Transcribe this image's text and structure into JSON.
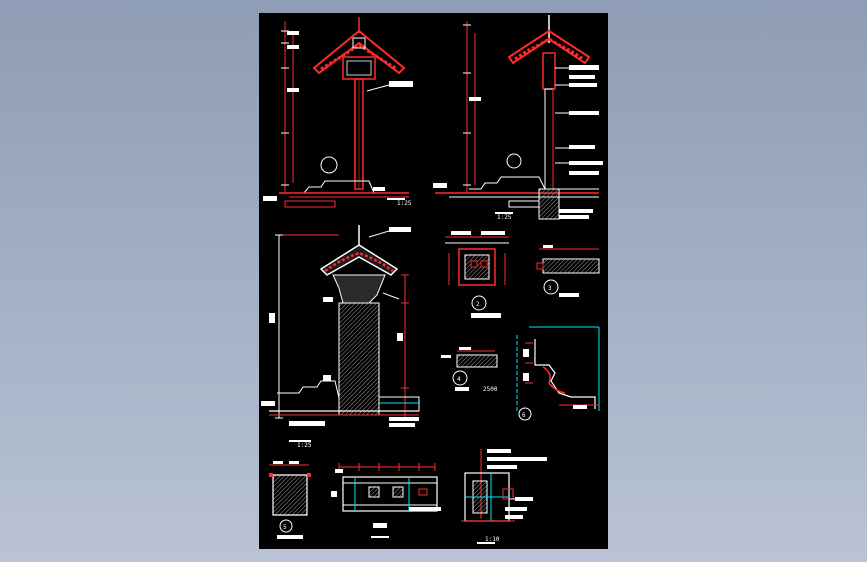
{
  "colors": {
    "background": "#8e9db5",
    "sheet": "#000000",
    "red": "#ff2a2a",
    "white": "#ffffff",
    "cyan": "#00e5ff",
    "yellow": "#ffff33",
    "hatch": "#888888"
  },
  "labels": {
    "scale_125_a": "1:25",
    "scale_125_b": "1:25",
    "scale_125_c": "1:25",
    "scale_110": "1:10",
    "num_2": "2",
    "num_3": "3",
    "num_4": "4",
    "num_5": "5",
    "num_6": "6",
    "dim_2500": "2500"
  }
}
